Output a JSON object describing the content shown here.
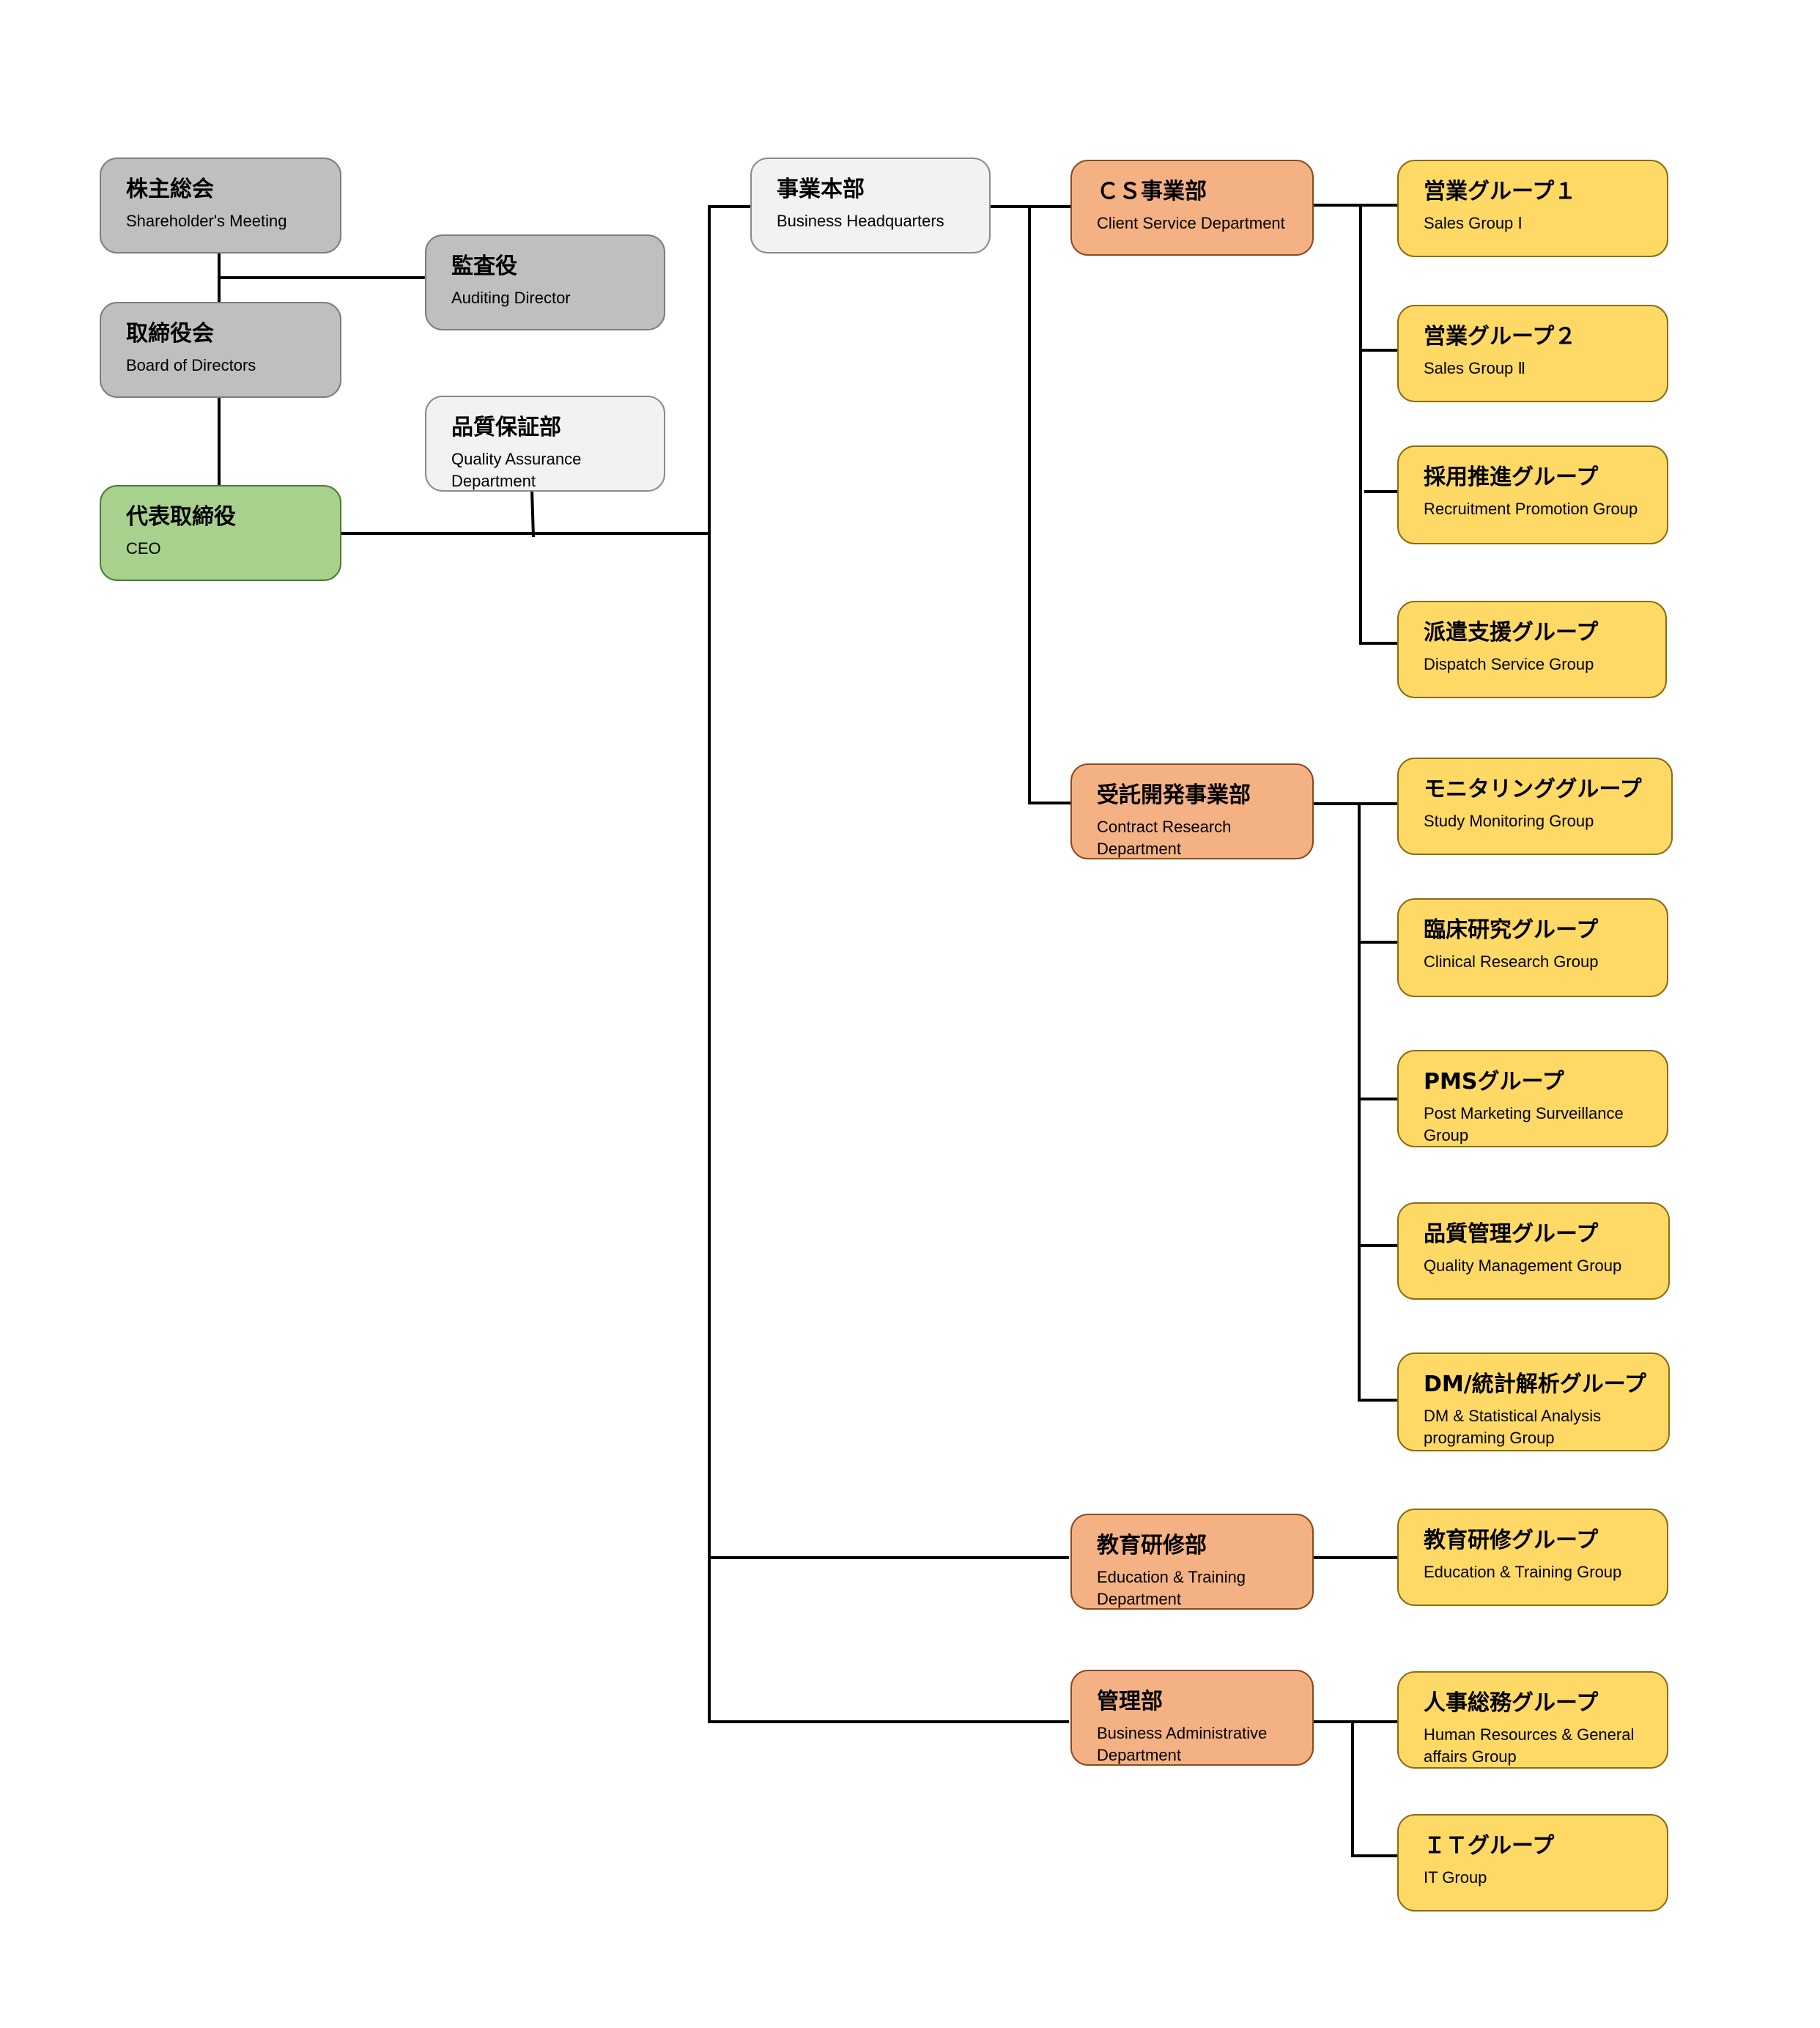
{
  "colors": {
    "governance": "#bfbfbf",
    "staff": "#f2f2f2",
    "ceo": "#a9d18e",
    "department": "#f4b183",
    "group": "#ffd966",
    "line": "#000000"
  },
  "nodes": {
    "shareholders": {
      "ja": "株主総会",
      "en": "Shareholder's Meeting"
    },
    "auditor": {
      "ja": "監査役",
      "en": "Auditing Director"
    },
    "board": {
      "ja": "取締役会",
      "en": "Board of Directors"
    },
    "quality_assurance": {
      "ja": "品質保証部",
      "en": "Quality Assurance Department"
    },
    "ceo": {
      "ja": "代表取締役",
      "en": "CEO"
    },
    "business_hq": {
      "ja": "事業本部",
      "en": "Business  Headquarters"
    },
    "cs_dept": {
      "ja": "ＣＳ事業部",
      "en": "Client Service Department"
    },
    "sales1": {
      "ja": "営業グループ１",
      "en": "Sales Group Ⅰ"
    },
    "sales2": {
      "ja": "営業グループ２",
      "en": "Sales Group Ⅱ"
    },
    "recruit": {
      "ja": "採用推進グループ",
      "en": "Recruitment Promotion Group"
    },
    "dispatch": {
      "ja": "派遣支援グループ",
      "en": "Dispatch Service Group"
    },
    "cro_dept": {
      "ja": "受託開発事業部",
      "en": "Contract Research Department"
    },
    "monitoring": {
      "ja": "モニタリンググループ",
      "en": "Study Monitoring Group"
    },
    "clinical": {
      "ja": "臨床研究グループ",
      "en": "Clinical Research Group"
    },
    "pms": {
      "ja": "PMSグループ",
      "en": "Post Marketing Surveillance Group"
    },
    "qm": {
      "ja": "品質管理グループ",
      "en": "Quality Management Group"
    },
    "dm": {
      "ja": "DM/統計解析グループ",
      "en": "DM & Statistical Analysis programing Group"
    },
    "edu_dept": {
      "ja": "教育研修部",
      "en": "Education & Training Department"
    },
    "edu_group": {
      "ja": "教育研修グループ",
      "en": "Education & Training Group"
    },
    "admin_dept": {
      "ja": "管理部",
      "en": "Business Administrative Department"
    },
    "hr": {
      "ja": "人事総務グループ",
      "en": "Human Resources & General affairs Group"
    },
    "it": {
      "ja": "ＩＴグループ",
      "en": "IT Group"
    }
  }
}
